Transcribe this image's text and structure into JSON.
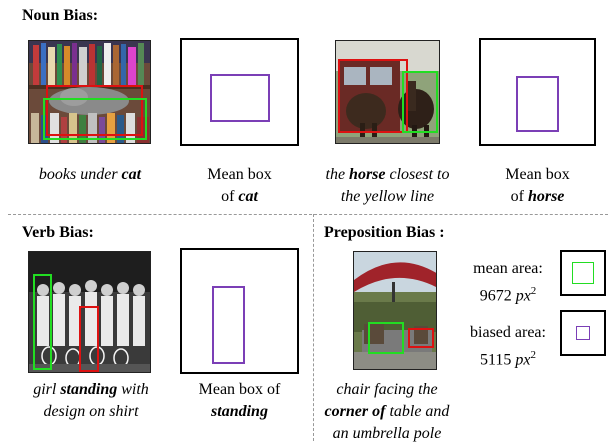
{
  "sections": {
    "noun": {
      "heading": "Noun Bias:",
      "captions": [
        {
          "pre": "books under ",
          "bold": "cat",
          "post": "",
          "line2": ""
        },
        {
          "pre": "Mean box",
          "line2pre": "of ",
          "bold": "cat"
        },
        {
          "pre": "the ",
          "bold": "horse",
          "post": " closest to",
          "line2": "the yellow line"
        },
        {
          "pre": "Mean box",
          "line2pre": "of ",
          "bold": "horse"
        }
      ]
    },
    "verb": {
      "heading": "Verb Bias:",
      "captions": [
        {
          "pre": "girl ",
          "bold": "standing",
          "post": " with",
          "line2": "design on shirt"
        },
        {
          "pre": "Mean box of",
          "bold": "standing"
        }
      ]
    },
    "preposition": {
      "heading": "Preposition Bias :",
      "caption": {
        "line1": "chair facing the",
        "bold": "corner of",
        "line2post": " table and",
        "line3": "an umbrella pole"
      },
      "mean_area": {
        "label": "mean area:",
        "value": "9672",
        "unit": "px",
        "exp": "2"
      },
      "biased_area": {
        "label": "biased area:",
        "value": "5115",
        "unit": "px",
        "exp": "2"
      }
    }
  },
  "colors": {
    "mean_box": "#7b3fb6",
    "green": "#22dd22",
    "red": "#dd1111"
  }
}
